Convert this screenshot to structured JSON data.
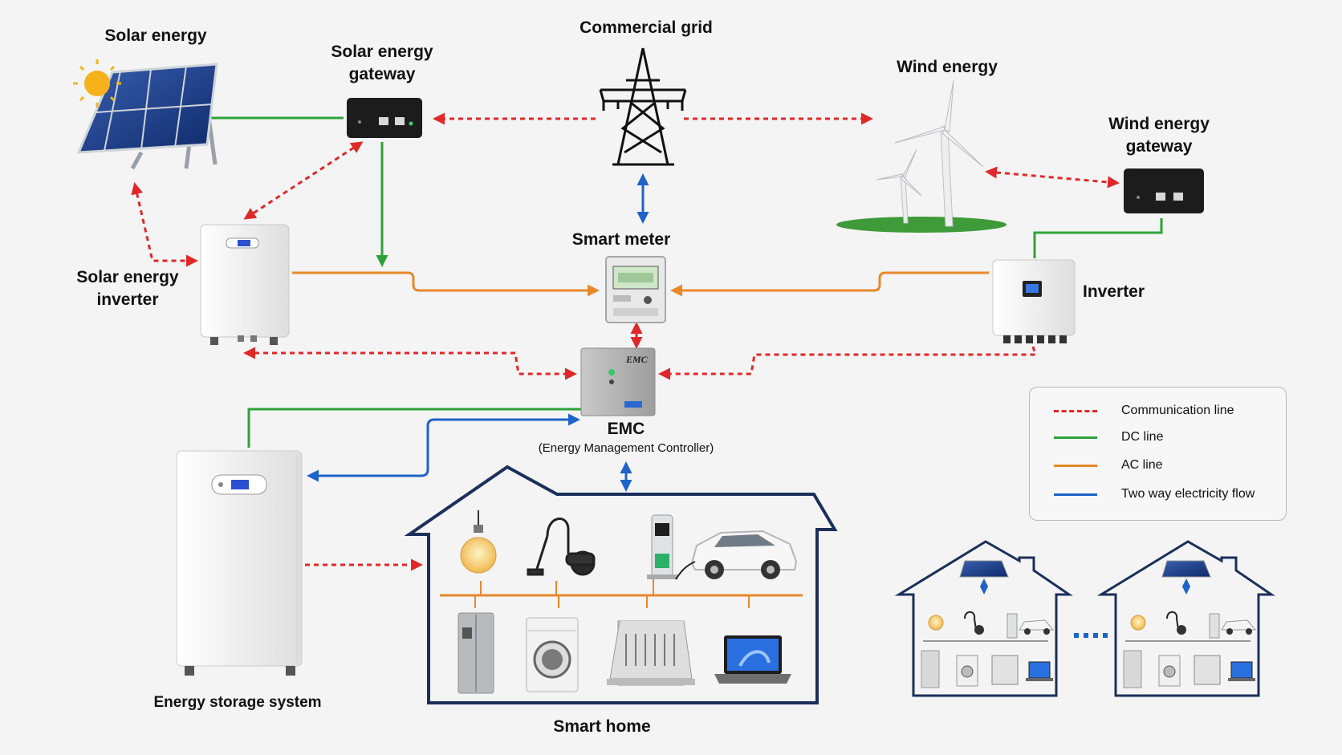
{
  "labels": {
    "solar_energy": "Solar energy",
    "solar_gateway_1": "Solar energy",
    "solar_gateway_2": "gateway",
    "commercial_grid": "Commercial grid",
    "wind_energy": "Wind energy",
    "wind_gateway_1": "Wind energy",
    "wind_gateway_2": "gateway",
    "smart_meter": "Smart meter",
    "solar_inverter_1": "Solar energy",
    "solar_inverter_2": "inverter",
    "inverter": "Inverter",
    "emc": "EMC",
    "emc_full": "(Energy Management Controller)",
    "emc_box_text": "EMC",
    "energy_storage": "Energy storage system",
    "smart_home": "Smart home"
  },
  "legend": [
    {
      "label": "Communication line",
      "color": "#e0282a",
      "style": "dashed"
    },
    {
      "label": "DC line",
      "color": "#2ea23a",
      "style": "solid"
    },
    {
      "label": "AC line",
      "color": "#e8882a",
      "style": "solid"
    },
    {
      "label": "Two way electricity flow",
      "color": "#1e63c8",
      "style": "solid"
    }
  ],
  "colors": {
    "communication": "#e0282a",
    "dc": "#2ea23a",
    "ac": "#e8882a",
    "two_way": "#1e63c8",
    "house_outline": "#1b2f5a"
  },
  "icons": [
    "sun-icon",
    "solar-panel-icon",
    "gateway-device-icon",
    "transmission-tower-icon",
    "wind-turbine-icon",
    "inverter-box-icon",
    "smart-meter-icon",
    "emc-box-icon",
    "battery-cabinet-icon",
    "light-bulb-icon",
    "vacuum-cleaner-icon",
    "ev-charger-icon",
    "electric-car-icon",
    "refrigerator-icon",
    "washing-machine-icon",
    "dishwasher-icon",
    "laptop-icon",
    "house-icon",
    "ellipsis-icon"
  ]
}
